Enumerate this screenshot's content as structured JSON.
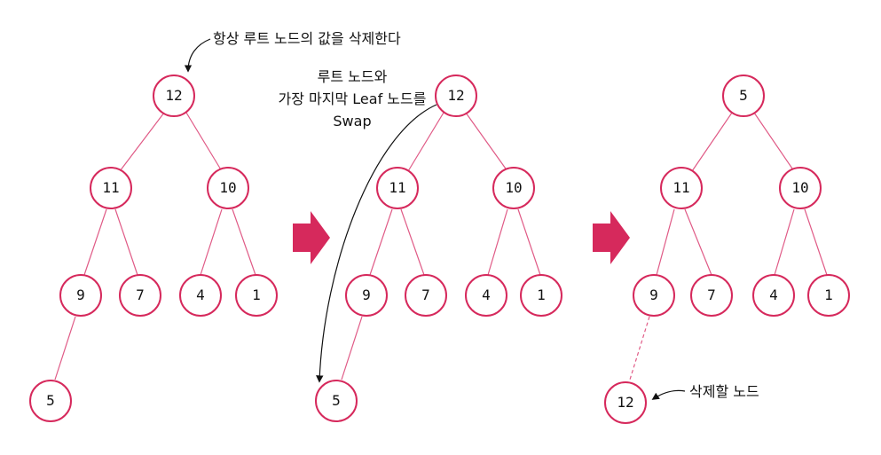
{
  "colors": {
    "node_stroke": "#d6295c",
    "edge": "#e05a86",
    "arrow": "#d6295c",
    "text": "#111111"
  },
  "annotations": {
    "top": "항상 루트 노드의 값을 삭제한다",
    "swap_line1": "루트 노드와",
    "swap_line2": "가장 마지막 Leaf 노드를",
    "swap_line3": "Swap",
    "delete": "삭제할 노드"
  },
  "trees": [
    {
      "nodes": {
        "root": "12",
        "l": "11",
        "r": "10",
        "ll": "9",
        "lr": "7",
        "rl": "4",
        "rr": "1",
        "lll": "5"
      }
    },
    {
      "nodes": {
        "root": "12",
        "l": "11",
        "r": "10",
        "ll": "9",
        "lr": "7",
        "rl": "4",
        "rr": "1",
        "lll": "5"
      }
    },
    {
      "nodes": {
        "root": "5",
        "l": "11",
        "r": "10",
        "ll": "9",
        "lr": "7",
        "rl": "4",
        "rr": "1",
        "lll": "12"
      }
    }
  ]
}
